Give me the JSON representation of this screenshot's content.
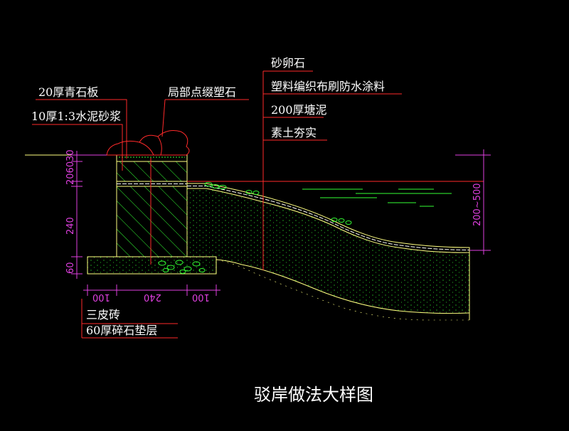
{
  "title": "驳岸做法大样图",
  "labels_left": {
    "slab": "20厚青石板",
    "mortar": "10厚1:3水泥砂浆",
    "brick": "三皮砖",
    "gravel": "60厚碎石垫层"
  },
  "label_rock": "局部点缀塑石",
  "labels_right": {
    "pebble": "砂卵石",
    "fabric": "塑料编织布刷防水涂料",
    "silt": "200厚塘泥",
    "soil": "素土夯实"
  },
  "dims": {
    "v_top": "206030",
    "v_mid": "240",
    "v_bot": "60",
    "h_left": "100",
    "h_mid": "240",
    "h_right": "100",
    "water_depth": "200~500"
  },
  "colors": {
    "background": "#000000",
    "leader": "#ff2a2a",
    "dimension": "#e040e0",
    "structure": "#ffff80",
    "fill": "#33ff33",
    "water": "#33ff33"
  }
}
